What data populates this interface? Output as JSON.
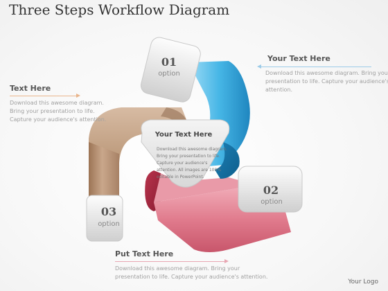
{
  "slide": {
    "title": "Three Steps Workflow Diagram",
    "logo": "Your Logo"
  },
  "center": {
    "title": "Your Text Here",
    "lines": [
      "Download this awesome diagram.",
      "Bring your presentation to life.",
      "Capture your audience's",
      "attention. All images are 100%",
      "editable in PowerPoint."
    ]
  },
  "steps": [
    {
      "number": "01",
      "label": "option",
      "color": "#3ba9df"
    },
    {
      "number": "02",
      "label": "option",
      "color": "#e0788a"
    },
    {
      "number": "03",
      "label": "option",
      "color": "#b08a6c"
    }
  ],
  "callouts": {
    "top_right": {
      "heading": "Your Text Here",
      "lines": [
        "Download this awesome diagram. Bring your",
        "presentation to life. Capture your audience's",
        "attention."
      ]
    },
    "left": {
      "heading": "Text Here",
      "lines": [
        "Download this awesome diagram.",
        "Bring your presentation to life.",
        "Capture your audience's attention."
      ]
    },
    "bottom": {
      "heading": "Put Text Here",
      "lines": [
        "Download this awesome diagram. Bring your",
        "presentation to life. Capture your audience's attention."
      ]
    }
  },
  "colors": {
    "accent_blue": "#3ba9df",
    "accent_pink": "#e0788a",
    "accent_brown": "#b08a6c",
    "rule_blue": "#9ccbe8",
    "rule_orange": "#e9b48a",
    "rule_pink": "#e8a6b2"
  }
}
